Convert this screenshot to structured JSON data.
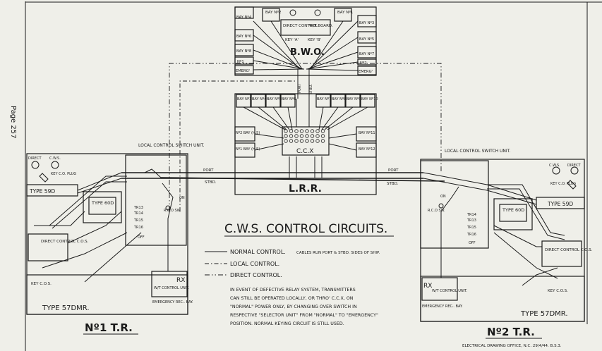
{
  "title": "C.W.S. CONTROL CIRCUITS.",
  "page_stamp": "Page 257",
  "footer": "ELECTRICAL DRAWING OFFICE, N.C. 29/4/44. B.S.3.",
  "bwo": {
    "label": "B.W.O.",
    "left_bays": [
      "BAY Nº4",
      "BAY Nº6",
      "BAY Nº8",
      "Nº1",
      "EMERGᵗ"
    ],
    "right_bays": [
      "BAY Nº3",
      "BAY Nº5",
      "BAY Nº7",
      "Nº2",
      "EMERGᵗ"
    ],
    "top_bays": [
      "BAY Nº2",
      "BAY Nº1"
    ],
    "direct_control": "DIRECT CONTROL",
    "wt_board": "W/T BOARD.",
    "key_a": "KEY 'A'",
    "key_b": "KEY 'B'"
  },
  "lrr": {
    "label": "L.R.R.",
    "ccx": "C.C.X",
    "top_left_bays": [
      "BAY Nº3",
      "BAY Nº4",
      "BAY Nº5",
      "BAY Nº6"
    ],
    "top_right_bays": [
      "BAY Nº7",
      "BAY Nº8",
      "BAY Nº9",
      "BAY Nº10"
    ],
    "left_side_bays": [
      "Nº2 BAY (H.S)",
      "Nº1 BAY (H.S)"
    ],
    "right_side_bays": [
      "BAY Nº11",
      "BAY Nº12"
    ]
  },
  "wire_labels": {
    "port": "PORT",
    "stbd": "STBD.",
    "port_v": "PORT",
    "stbd_v": "STBD."
  },
  "tr1": {
    "label": "Nº1 T.R.",
    "local_control": "LOCAL CONTROL SWITCH UNIT.",
    "direct": "DIRECT",
    "cws": "C.W.S.",
    "key_plug": "KEY C.O. PLUG",
    "type59d": "TYPE 59D",
    "type60d": "TYPE 60D",
    "direct_control_cos": "DIRECT CONTROL C.O.S.",
    "key_cos": "KEY C.O.S.",
    "type57": "TYPE 57DMR.",
    "rx": "RX",
    "wt_control": "W/T CONTROL UNIT.",
    "emergency": "EMERGENCY RECᵣ. BAY.",
    "rco": "R.C.O SW.",
    "tr_labels": [
      "TR13",
      "TR14",
      "TR15",
      "TR16"
    ],
    "off": "OFF",
    "on": "ON"
  },
  "tr2": {
    "label": "Nº2 T.R.",
    "local_control": "LOCAL CONTROL SWITCH UNIT.",
    "direct": "DIRECT",
    "cws": "C.W.S.",
    "key_plug": "KEY C.O. PLUG",
    "type59d": "TYPE 59D",
    "type60d": "TYPE 60D",
    "direct_control_cos": "DIRECT CONTROL C.O.S.",
    "key_cos": "KEY C.O.S.",
    "type57": "TYPE 57DMR.",
    "rx": "RX",
    "wt_control": "W/T CONTROL UNIT.",
    "emergency": "EMERGENCY RECᵣ. BAY.",
    "rco": "R.C.O SW.",
    "tr_labels": [
      "TR14",
      "TR13",
      "TR15",
      "TR16"
    ],
    "off": "OFF",
    "on": "ON"
  },
  "legend": {
    "normal": "NORMAL CONTROL.",
    "normal_note": "CABLES RUN PORT & STBD. SIDES OF SHIP.",
    "local": "LOCAL CONTROL.",
    "direct": "DIRECT CONTROL."
  },
  "note_lines": [
    "IN EVENT OF DEFECTIVE RELAY SYSTEM, TRANSMITTERS",
    "CAN STILL BE OPERATED LOCALLY, OR THRO' C.C.X, ON",
    "\"NORMAL\" POWER ONLY, BY CHANGING OVER SWITCH IN",
    "RESPECTIVE \"SELECTOR UNIT\" FROM \"NORMAL\" TO \"EMERGENCY\"",
    "POSITION.   NORMAL KEYING CIRCUIT IS STILL USED."
  ]
}
